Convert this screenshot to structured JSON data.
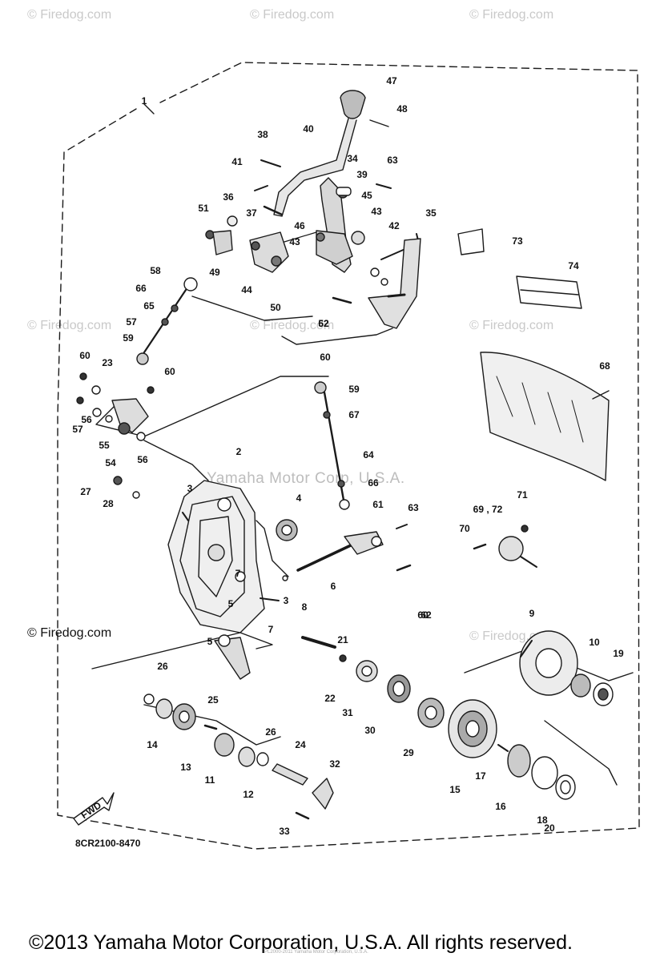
{
  "watermarks": {
    "small": [
      "© Firedog.com",
      "© Firedog.com",
      "© Firedog.com",
      "© Firedog.com",
      "© Firedog.com",
      "© Firedog.com",
      "© Firedog.com"
    ],
    "center": "Yamaha Motor Corp, U.S.A."
  },
  "firedog_label": "© Firedog.com",
  "diagram_code": "8CR2100-8470",
  "fwd_label": "FWD",
  "copyright": "©2013 Yamaha Motor Corporation, U.S.A. All rights reserved.",
  "fine_print": "PL2000-2011 Yamaha Motor Corporation, U.S.A.",
  "parts": [
    {
      "id": "p1",
      "n": "1"
    },
    {
      "id": "p2",
      "n": "2"
    },
    {
      "id": "p3a",
      "n": "3"
    },
    {
      "id": "p3b",
      "n": "3"
    },
    {
      "id": "p4",
      "n": "4"
    },
    {
      "id": "p5a",
      "n": "5"
    },
    {
      "id": "p5b",
      "n": "5"
    },
    {
      "id": "p6",
      "n": "6"
    },
    {
      "id": "p7a",
      "n": "7"
    },
    {
      "id": "p7b",
      "n": "7"
    },
    {
      "id": "p8",
      "n": "8"
    },
    {
      "id": "p9",
      "n": "9"
    },
    {
      "id": "p10",
      "n": "10"
    },
    {
      "id": "p11",
      "n": "11"
    },
    {
      "id": "p12",
      "n": "12"
    },
    {
      "id": "p13",
      "n": "13"
    },
    {
      "id": "p14",
      "n": "14"
    },
    {
      "id": "p15",
      "n": "15"
    },
    {
      "id": "p16",
      "n": "16"
    },
    {
      "id": "p17",
      "n": "17"
    },
    {
      "id": "p18",
      "n": "18"
    },
    {
      "id": "p19",
      "n": "19"
    },
    {
      "id": "p20",
      "n": "20"
    },
    {
      "id": "p21",
      "n": "21"
    },
    {
      "id": "p22",
      "n": "22"
    },
    {
      "id": "p23",
      "n": "23"
    },
    {
      "id": "p24",
      "n": "24"
    },
    {
      "id": "p25",
      "n": "25"
    },
    {
      "id": "p26a",
      "n": "26"
    },
    {
      "id": "p26b",
      "n": "26"
    },
    {
      "id": "p27",
      "n": "27"
    },
    {
      "id": "p28",
      "n": "28"
    },
    {
      "id": "p29",
      "n": "29"
    },
    {
      "id": "p30",
      "n": "30"
    },
    {
      "id": "p31",
      "n": "31"
    },
    {
      "id": "p32",
      "n": "32"
    },
    {
      "id": "p33",
      "n": "33"
    },
    {
      "id": "p34",
      "n": "34"
    },
    {
      "id": "p35",
      "n": "35"
    },
    {
      "id": "p36",
      "n": "36"
    },
    {
      "id": "p37",
      "n": "37"
    },
    {
      "id": "p38",
      "n": "38"
    },
    {
      "id": "p39",
      "n": "39"
    },
    {
      "id": "p40",
      "n": "40"
    },
    {
      "id": "p41",
      "n": "41"
    },
    {
      "id": "p42",
      "n": "42"
    },
    {
      "id": "p43a",
      "n": "43"
    },
    {
      "id": "p43b",
      "n": "43"
    },
    {
      "id": "p44",
      "n": "44"
    },
    {
      "id": "p45",
      "n": "45"
    },
    {
      "id": "p46",
      "n": "46"
    },
    {
      "id": "p47",
      "n": "47"
    },
    {
      "id": "p48",
      "n": "48"
    },
    {
      "id": "p49",
      "n": "49"
    },
    {
      "id": "p50",
      "n": "50"
    },
    {
      "id": "p51",
      "n": "51"
    },
    {
      "id": "p52",
      "n": "52"
    },
    {
      "id": "p54",
      "n": "54"
    },
    {
      "id": "p55",
      "n": "55"
    },
    {
      "id": "p56a",
      "n": "56"
    },
    {
      "id": "p56b",
      "n": "56"
    },
    {
      "id": "p57a",
      "n": "57"
    },
    {
      "id": "p57b",
      "n": "57"
    },
    {
      "id": "p58",
      "n": "58"
    },
    {
      "id": "p59a",
      "n": "59"
    },
    {
      "id": "p59b",
      "n": "59"
    },
    {
      "id": "p60a",
      "n": "60"
    },
    {
      "id": "p60b",
      "n": "60"
    },
    {
      "id": "p60c",
      "n": "60"
    },
    {
      "id": "p60d",
      "n": "60"
    },
    {
      "id": "p61",
      "n": "61"
    },
    {
      "id": "p62a",
      "n": "62"
    },
    {
      "id": "p62b",
      "n": "62"
    },
    {
      "id": "p63a",
      "n": "63"
    },
    {
      "id": "p63b",
      "n": "63"
    },
    {
      "id": "p64",
      "n": "64"
    },
    {
      "id": "p65",
      "n": "65"
    },
    {
      "id": "p66a",
      "n": "66"
    },
    {
      "id": "p66b",
      "n": "66"
    },
    {
      "id": "p67",
      "n": "67"
    },
    {
      "id": "p68",
      "n": "68"
    },
    {
      "id": "p6972",
      "n": "69 , 72"
    },
    {
      "id": "p70",
      "n": "70"
    },
    {
      "id": "p71",
      "n": "71"
    },
    {
      "id": "p73",
      "n": "73"
    },
    {
      "id": "p74",
      "n": "74"
    }
  ]
}
